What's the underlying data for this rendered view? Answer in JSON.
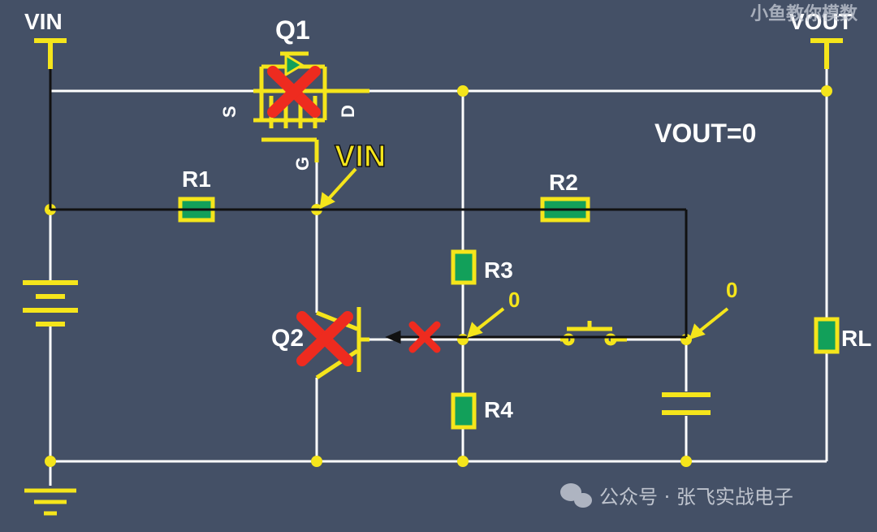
{
  "labels": {
    "vin_top": "VIN",
    "vout_top": "VOUT",
    "q1": "Q1",
    "q2": "Q2",
    "pin_s": "S",
    "pin_d": "D",
    "pin_g": "G",
    "vin_annot": "VIN",
    "r1": "R1",
    "r2": "R2",
    "r3": "R3",
    "r4": "R4",
    "rl": "RL",
    "vout_state": "VOUT=0",
    "node_zero_mid": "0",
    "node_zero_right": "0"
  },
  "watermark": {
    "top_right": "小鱼教你模数",
    "bottom_right": "公众号 · 张飞实战电子"
  },
  "colors": {
    "background": "#445066",
    "wire": "#ffffff",
    "component": "#f5e51b",
    "resistor_fill": "#12a05a",
    "overlay_path": "#111111",
    "cross": "#ee2b1f"
  }
}
